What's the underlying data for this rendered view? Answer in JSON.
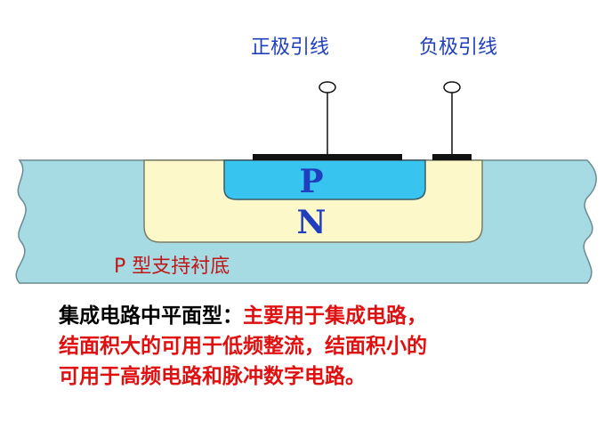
{
  "diagram": {
    "labels": {
      "positive_lead": "正极引线",
      "negative_lead": "负极引线",
      "p_region": "P",
      "n_region": "N",
      "substrate": "P 型支持衬底"
    },
    "colors": {
      "substrate": "#a6dbe3",
      "n_region": "#fcf8c9",
      "p_region": "#37c4ef",
      "lead_blue": "#1f3fbf",
      "label_red": "#c01818",
      "electrode": "#111111"
    }
  },
  "caption": {
    "heading": "集成电路中平面型：",
    "line1_rest": "主要用于集成电路，",
    "line2": "结面积大的可用于低频整流，结面积小的",
    "line3": "可用于高频电路和脉冲数字电路。"
  }
}
